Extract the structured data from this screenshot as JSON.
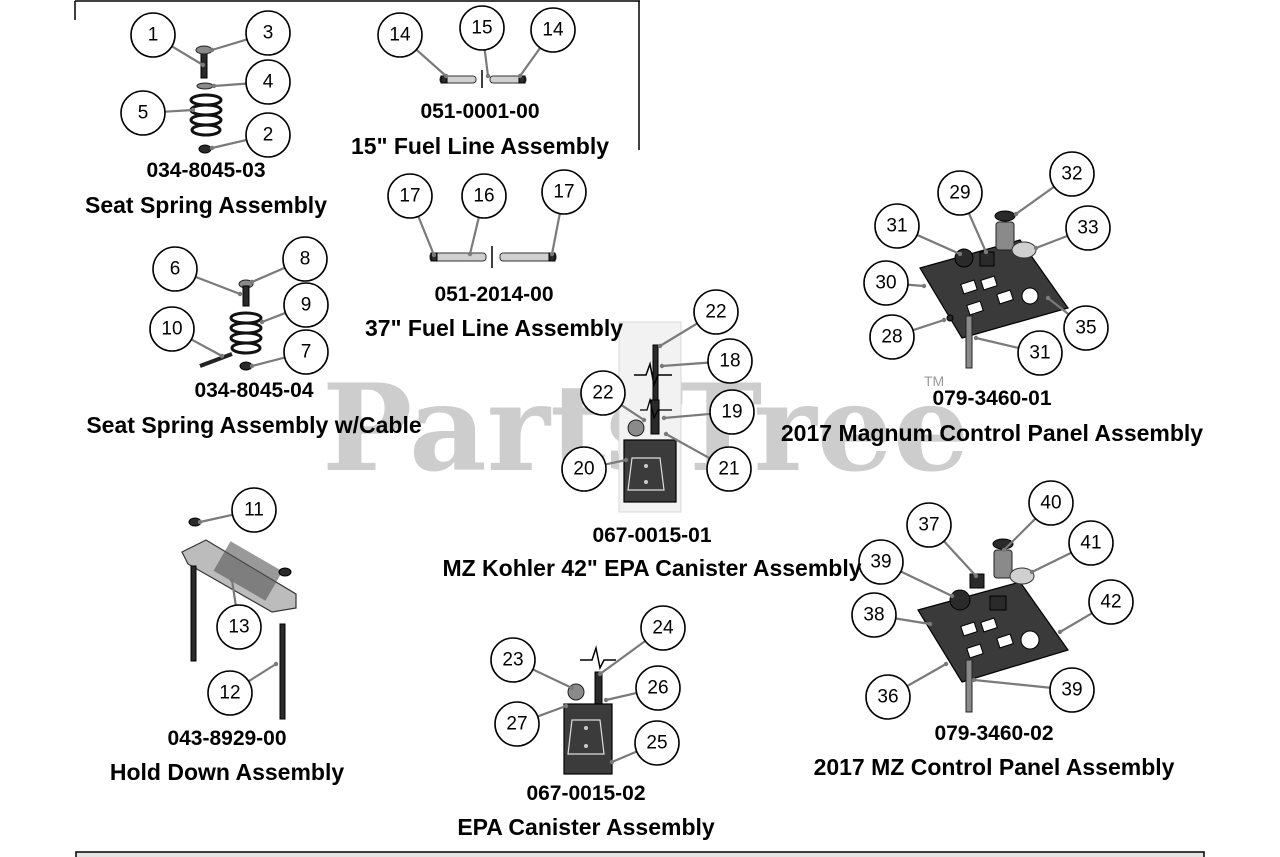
{
  "watermark": {
    "text": "PartsTree",
    "trademark": "TM"
  },
  "assemblies": [
    {
      "id": "seat-spring",
      "part_number": "034-8045-03",
      "title": "Seat Spring Assembly"
    },
    {
      "id": "fuel-15",
      "part_number": "051-0001-00",
      "title": "15\" Fuel Line Assembly"
    },
    {
      "id": "fuel-37",
      "part_number": "051-2014-00",
      "title": "37\" Fuel Line Assembly"
    },
    {
      "id": "seat-spring-cable",
      "part_number": "034-8045-04",
      "title": "Seat Spring Assembly w/Cable"
    },
    {
      "id": "magnum-panel",
      "part_number": "079-3460-01",
      "title": "2017 Magnum Control Panel Assembly"
    },
    {
      "id": "kohler-canister",
      "part_number": "067-0015-01",
      "title": "MZ Kohler 42\" EPA Canister Assembly"
    },
    {
      "id": "hold-down",
      "part_number": "043-8929-00",
      "title": "Hold Down Assembly"
    },
    {
      "id": "epa-canister",
      "part_number": "067-0015-02",
      "title": "EPA Canister Assembly"
    },
    {
      "id": "mz-panel",
      "part_number": "079-3460-02",
      "title": "2017 MZ Control Panel Assembly"
    }
  ],
  "callouts": [
    "1",
    "3",
    "4",
    "5",
    "2",
    "14",
    "15",
    "14",
    "17",
    "16",
    "17",
    "6",
    "8",
    "9",
    "10",
    "7",
    "22",
    "18",
    "22",
    "19",
    "20",
    "21",
    "32",
    "29",
    "31",
    "33",
    "30",
    "35",
    "28",
    "31",
    "11",
    "13",
    "12",
    "23",
    "24",
    "26",
    "27",
    "25",
    "40",
    "37",
    "41",
    "39",
    "42",
    "38",
    "36",
    "39"
  ]
}
